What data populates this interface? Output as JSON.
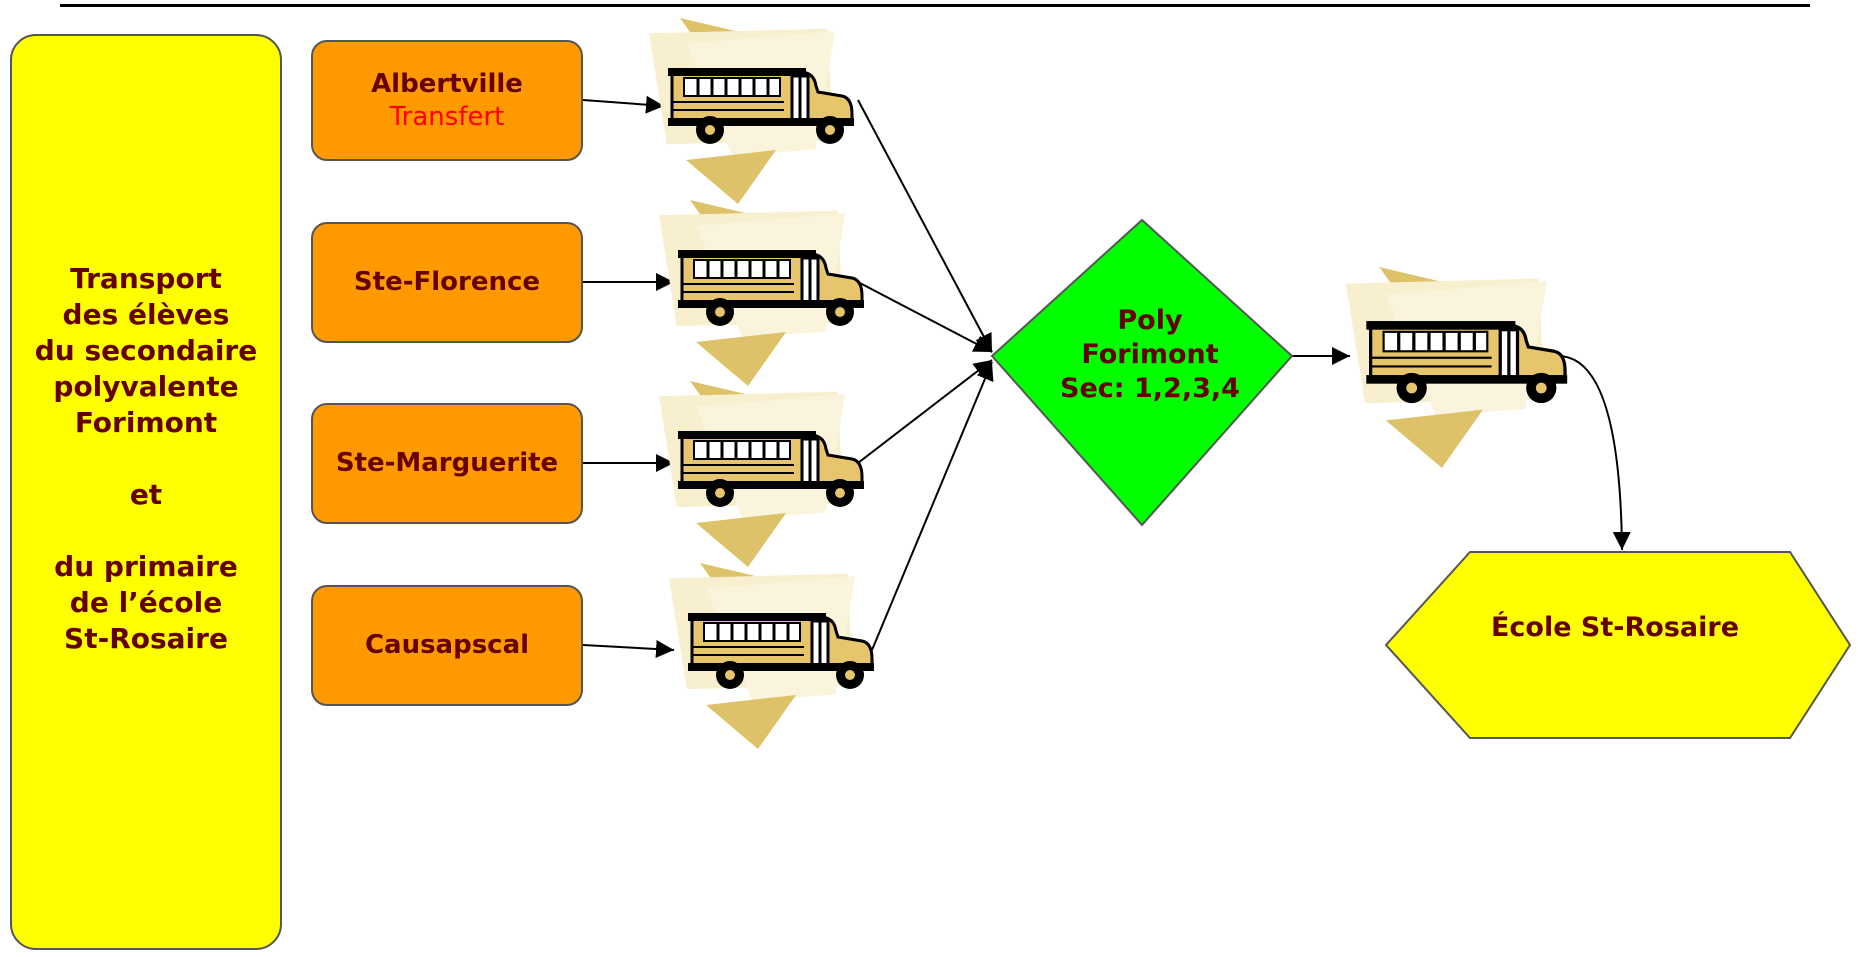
{
  "title": {
    "lines": [
      "Transport",
      "des élèves",
      "du secondaire",
      "polyvalente",
      "Forimont",
      "",
      "et",
      "",
      "du primaire",
      "de l’école",
      "St-Rosaire"
    ]
  },
  "sources": [
    {
      "name": "Albertville",
      "sub": "Transfert"
    },
    {
      "name": "Ste-Florence",
      "sub": ""
    },
    {
      "name": "Ste-Marguerite",
      "sub": ""
    },
    {
      "name": "Causapscal",
      "sub": ""
    }
  ],
  "hub": {
    "lines": [
      "Poly",
      "Forimont",
      "Sec: 1,2,3,4"
    ]
  },
  "destination": {
    "label": "École St-Rosaire"
  },
  "colors": {
    "title_fill": "#ffff00",
    "source_fill": "#ff9900",
    "hub_fill": "#00ff00",
    "dest_fill": "#ffff00",
    "text": "#660000",
    "sub_text": "#ff0000"
  },
  "icons": {
    "bus": "school-bus-icon"
  }
}
